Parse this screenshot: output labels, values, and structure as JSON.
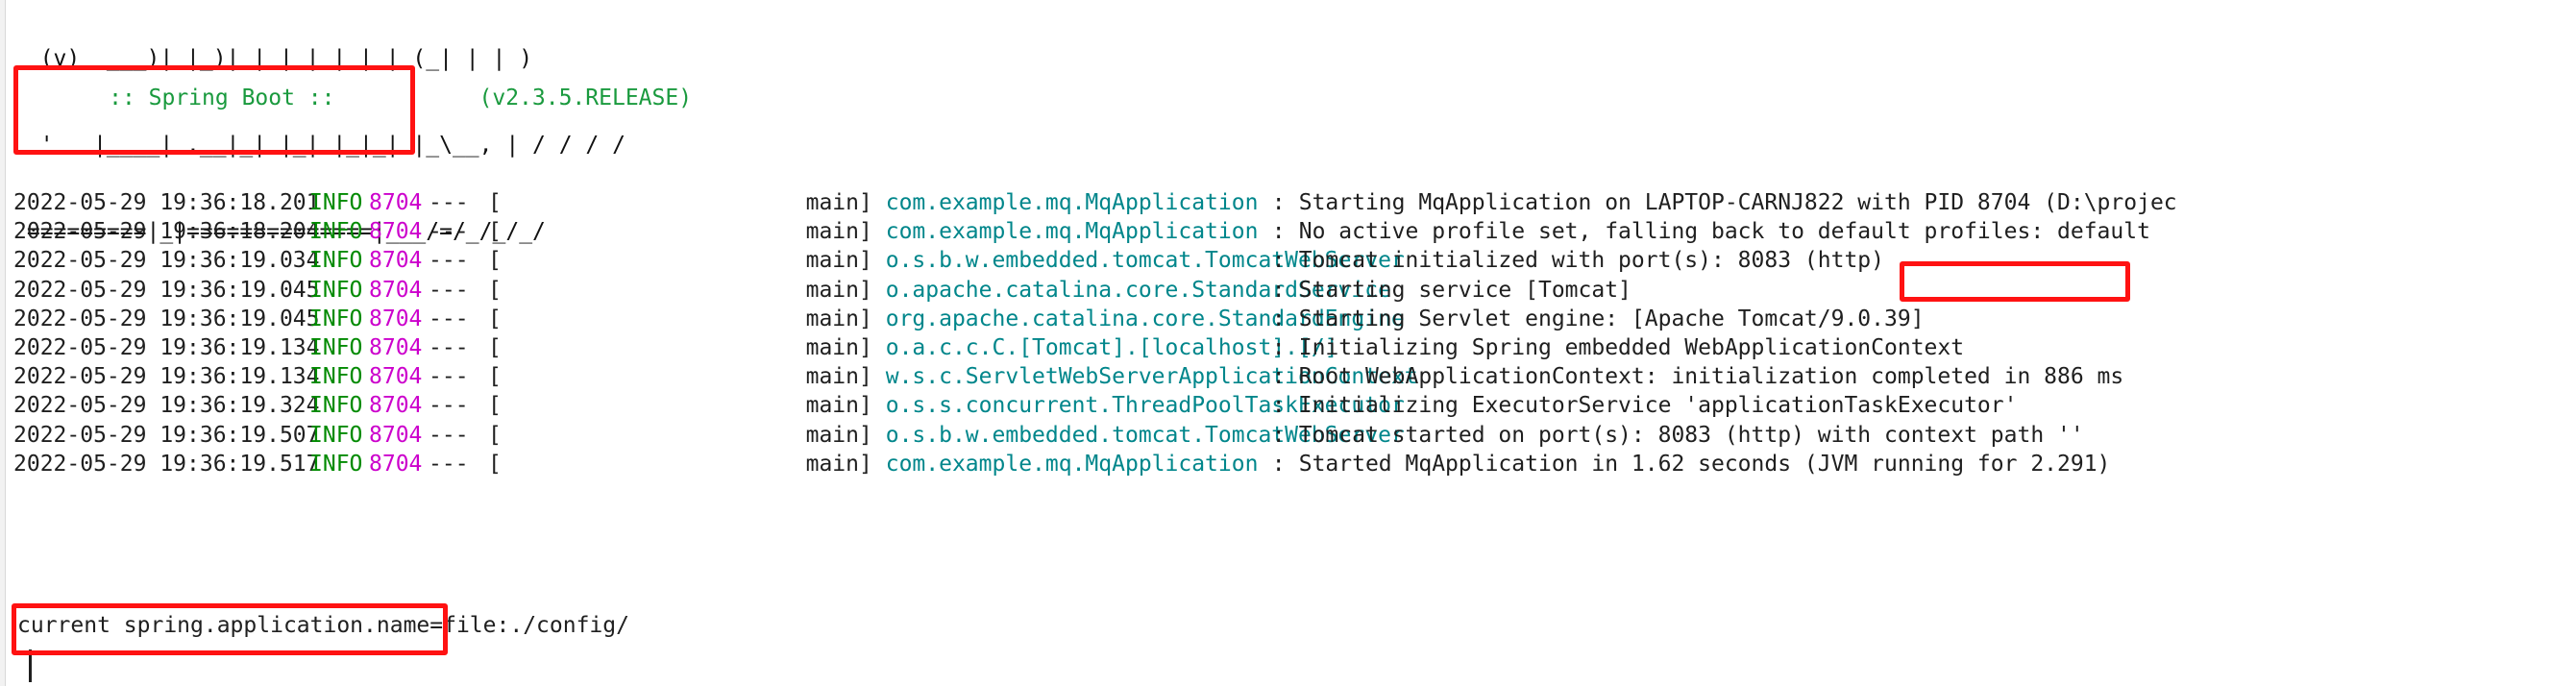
{
  "app": {
    "type": "console-output",
    "framework": "Spring Boot"
  },
  "banner": {
    "ascii_lines": [
      "  (v)  ___)| |_)| | | | | | | (_| | | )",
      "  '   |____| .__|_| |_| |_|_| |_\\__, | / / / /",
      " =========|_|==============|___/=/_/_/_/"
    ],
    "label": ":: Spring Boot ::",
    "version": "(v2.3.5.RELEASE)",
    "label_color": "#1a9a3e"
  },
  "colors": {
    "timestamp": "#1f1f1f",
    "level": "#008a00",
    "pid": "#cc00cc",
    "logger": "#00868b",
    "message": "#1f1f1f",
    "annotation": "#ff1212",
    "background": "#ffffff"
  },
  "logs": {
    "columns": [
      "timestamp",
      "level",
      "pid",
      "separator",
      "thread",
      "logger",
      "colon",
      "message"
    ],
    "rows": [
      {
        "timestamp": "2022-05-29 19:36:18.201",
        "level": "INFO",
        "pid": "8704",
        "separator": "---",
        "bracket_open": "[",
        "thread": "main]",
        "logger": "com.example.mq.MqApplication",
        "colon": ":",
        "message": "Starting MqApplication on LAPTOP-CARNJ822 with PID 8704 (D:\\projec"
      },
      {
        "timestamp": "2022-05-29 19:36:18.204",
        "level": "INFO",
        "pid": "8704",
        "separator": "---",
        "bracket_open": "[",
        "thread": "main]",
        "logger": "com.example.mq.MqApplication",
        "colon": ":",
        "message": "No active profile set, falling back to default profiles: default"
      },
      {
        "timestamp": "2022-05-29 19:36:19.034",
        "level": "INFO",
        "pid": "8704",
        "separator": "---",
        "bracket_open": "[",
        "thread": "main]",
        "logger": "o.s.b.w.embedded.tomcat.TomcatWebServer",
        "colon": ":",
        "message": "Tomcat initialized with port(s): 8083 (http)"
      },
      {
        "timestamp": "2022-05-29 19:36:19.045",
        "level": "INFO",
        "pid": "8704",
        "separator": "---",
        "bracket_open": "[",
        "thread": "main]",
        "logger": "o.apache.catalina.core.StandardService",
        "colon": ":",
        "message": "Starting service [Tomcat]"
      },
      {
        "timestamp": "2022-05-29 19:36:19.045",
        "level": "INFO",
        "pid": "8704",
        "separator": "---",
        "bracket_open": "[",
        "thread": "main]",
        "logger": "org.apache.catalina.core.StandardEngine",
        "colon": ":",
        "message": "Starting Servlet engine: [Apache Tomcat/9.0.39]"
      },
      {
        "timestamp": "2022-05-29 19:36:19.134",
        "level": "INFO",
        "pid": "8704",
        "separator": "---",
        "bracket_open": "[",
        "thread": "main]",
        "logger": "o.a.c.c.C.[Tomcat].[localhost].[/]",
        "colon": ":",
        "message": "Initializing Spring embedded WebApplicationContext"
      },
      {
        "timestamp": "2022-05-29 19:36:19.134",
        "level": "INFO",
        "pid": "8704",
        "separator": "---",
        "bracket_open": "[",
        "thread": "main]",
        "logger": "w.s.c.ServletWebServerApplicationContext",
        "colon": ":",
        "message": "Root WebApplicationContext: initialization completed in 886 ms"
      },
      {
        "timestamp": "2022-05-29 19:36:19.324",
        "level": "INFO",
        "pid": "8704",
        "separator": "---",
        "bracket_open": "[",
        "thread": "main]",
        "logger": "o.s.s.concurrent.ThreadPoolTaskExecutor",
        "colon": ":",
        "message": "Initializing ExecutorService 'applicationTaskExecutor'"
      },
      {
        "timestamp": "2022-05-29 19:36:19.507",
        "level": "INFO",
        "pid": "8704",
        "separator": "---",
        "bracket_open": "[",
        "thread": "main]",
        "logger": "o.s.b.w.embedded.tomcat.TomcatWebServer",
        "colon": ":",
        "message": "Tomcat started on port(s): 8083 (http) with context path ''"
      },
      {
        "timestamp": "2022-05-29 19:36:19.517",
        "level": "INFO",
        "pid": "8704",
        "separator": "---",
        "bracket_open": "[",
        "thread": "main]",
        "logger": "com.example.mq.MqApplication",
        "colon": ":",
        "message": "Started MqApplication in 1.62 seconds (JVM running for 2.291)"
      }
    ]
  },
  "echo": {
    "text": "current spring.application.name=file:./config/"
  },
  "annotations": [
    {
      "id": "annot-banner",
      "target": "spring-boot-banner-version"
    },
    {
      "id": "annot-port",
      "target": "tomcat-port-8083"
    },
    {
      "id": "annot-echo",
      "target": "spring-application-name-echo"
    }
  ]
}
